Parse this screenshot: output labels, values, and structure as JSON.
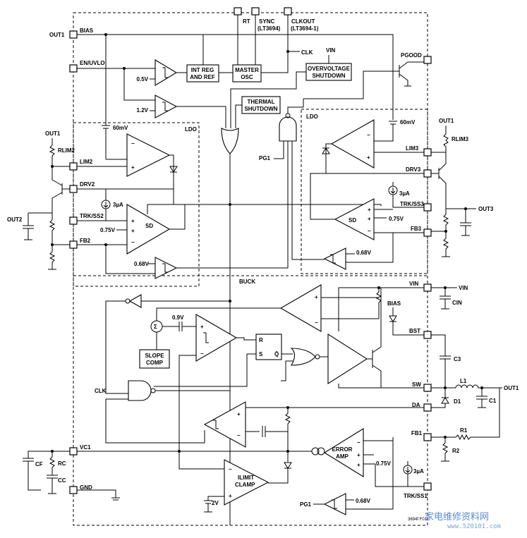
{
  "pins": {
    "out1": "OUT1",
    "bias": "BIAS",
    "en_uvlo": "EN/UVLO",
    "rt": "RT",
    "sync": "SYNC",
    "sync_note": "(LT3694)",
    "clkout": "CLKOUT",
    "clkout_note": "(LT3694-1)",
    "pgood": "PGOOD",
    "lim2": "LIM2",
    "drv2": "DRV2",
    "trk_ss2": "TRK/SS2",
    "fb2": "FB2",
    "out2": "OUT2",
    "lim3": "LIM3",
    "drv3": "DRV3",
    "trk_ss3": "TRK/SS3",
    "fb3": "FB3",
    "out3": "OUT3",
    "vin": "VIN",
    "bst": "BST",
    "sw": "SW",
    "da": "DA",
    "fb1": "FB1",
    "vc1": "VC1",
    "gnd": "GND",
    "trk_ss1": "TRK/SS1"
  },
  "blocks": {
    "int_reg_1": "INT REG",
    "int_reg_2": "AND REF",
    "master_osc_1": "MASTER",
    "master_osc_2": "OSC",
    "ov_1": "OVERVOLTAGE",
    "ov_2": "SHUTDOWN",
    "thermal_1": "THERMAL",
    "thermal_2": "SHUTDOWN",
    "ldo": "LDO",
    "buck": "BUCK",
    "slope_1": "SLOPE",
    "slope_2": "COMP",
    "error_amp_1": "ERROR",
    "error_amp_2": "AMP",
    "ilimit_1": "ILIMIT",
    "ilimit_2": "CLAMP",
    "sd": "SD",
    "latch_r": "R",
    "latch_s": "S",
    "latch_q": "Q̄"
  },
  "labels": {
    "clk": "CLK",
    "vin": "VIN",
    "v0_5": "0.5V",
    "v1_2": "1.2V",
    "mv60": "60mV",
    "ua3": "3µA",
    "v0_75": "0.75V",
    "v0_68": "0.68V",
    "v0_9": "0.9V",
    "v2": "2V",
    "pg1": "PG1",
    "bias": "BIAS",
    "rlim2": "RLIM2",
    "rlim3": "RLIM3",
    "cin": "CIN",
    "c3": "C3",
    "l1": "L1",
    "d1": "D1",
    "c1": "C1",
    "r1": "R1",
    "r2": "R2",
    "cf": "CF",
    "rc": "RC",
    "cc": "CC",
    "fig": "3694f F01"
  },
  "watermark": {
    "text": "家电维修资料网",
    "url": "www.520101.com"
  }
}
